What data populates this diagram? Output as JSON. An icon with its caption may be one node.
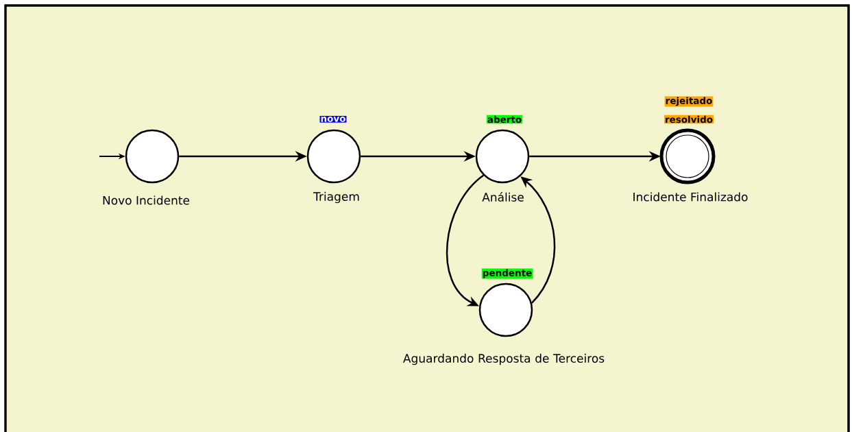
{
  "diagram": {
    "nodes": [
      {
        "text": [
          "Novo Incidente"
        ]
      },
      {
        "text": [
          "Triagem"
        ],
        "beside": [
          "novo"
        ]
      },
      {
        "text": [
          "Análise"
        ],
        "beside": [
          "aberto"
        ]
      },
      {
        "text": [
          "Incidente Finalizado"
        ],
        "beside": [
          "rejeitado",
          "resolvido"
        ]
      },
      {
        "text": [
          "Aguardando Resposta de Terceiros"
        ],
        "beside": [
          "pendente"
        ]
      }
    ],
    "edges": [
      {
        "from": null,
        "to": 0,
        "arrow": "to"
      },
      {
        "from": 0,
        "to": 1,
        "arrow": "to"
      },
      {
        "from": 1,
        "to": 2,
        "arrow": "to"
      },
      {
        "from": 2,
        "to": 3,
        "arrow": "to"
      },
      {
        "from": 2,
        "to": 4,
        "arrow": "to"
      },
      {
        "from": 4,
        "to": 2,
        "arrow": "to"
      }
    ]
  }
}
